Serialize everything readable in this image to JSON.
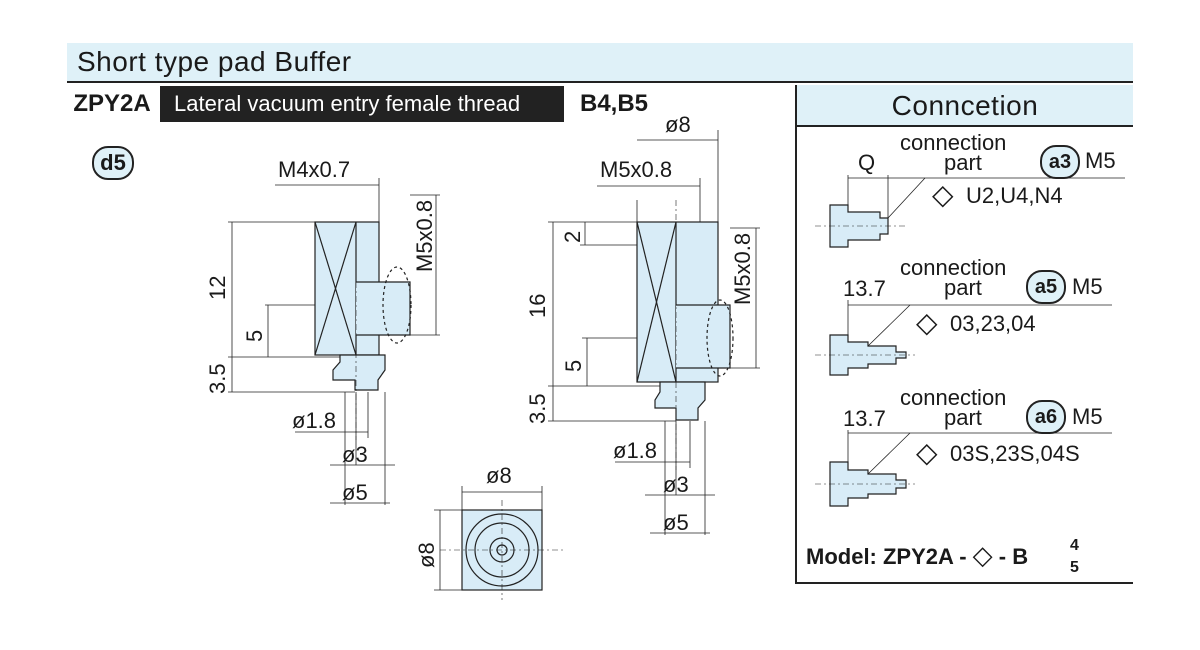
{
  "header": {
    "title": "Short type pad Buffer",
    "model_code": "ZPY2A",
    "description": "Lateral vacuum entry female thread",
    "variant": "B4,B5"
  },
  "badge_main": "d5",
  "drawing_left": {
    "thread_top": "M4x0.7",
    "thread_side": "M5x0.8",
    "dim_height": "12",
    "dim_port": "5",
    "dim_base": "3.5",
    "dia_tip": "ø1.8",
    "dia_inner": "ø3",
    "dia_outer": "ø5"
  },
  "drawing_right": {
    "dia_top": "ø8",
    "thread_top": "M5x0.8",
    "thread_side": "M5x0.8",
    "dim_top": "2",
    "dim_height": "16",
    "dim_port": "5",
    "dim_base": "3.5",
    "dia_tip": "ø1.8",
    "dia_inner": "ø3",
    "dia_outer": "ø5"
  },
  "drawing_bottom": {
    "dia_width": "ø8",
    "dia_height": "ø8"
  },
  "connection": {
    "title": "Conncetion",
    "items": [
      {
        "label_line1": "connection",
        "label_line2": "part",
        "badge": "a3",
        "thread": "M5",
        "dim": "Q",
        "codes": "U2,U4,N4"
      },
      {
        "label_line1": "connection",
        "label_line2": "part",
        "badge": "a5",
        "thread": "M5",
        "dim": "13.7",
        "codes": "03,23,04"
      },
      {
        "label_line1": "connection",
        "label_line2": "part",
        "badge": "a6",
        "thread": "M5",
        "dim": "13.7",
        "codes": "03S,23S,04S"
      }
    ],
    "model_prefix": "Model: ZPY2A -",
    "model_mid": "- B",
    "model_sup": "4",
    "model_sub": "5"
  },
  "colors": {
    "header_bg": "#dff1f8",
    "part_fill": "#d8ecf7",
    "line": "#222222"
  },
  "icons": [
    "diamond-icon"
  ]
}
